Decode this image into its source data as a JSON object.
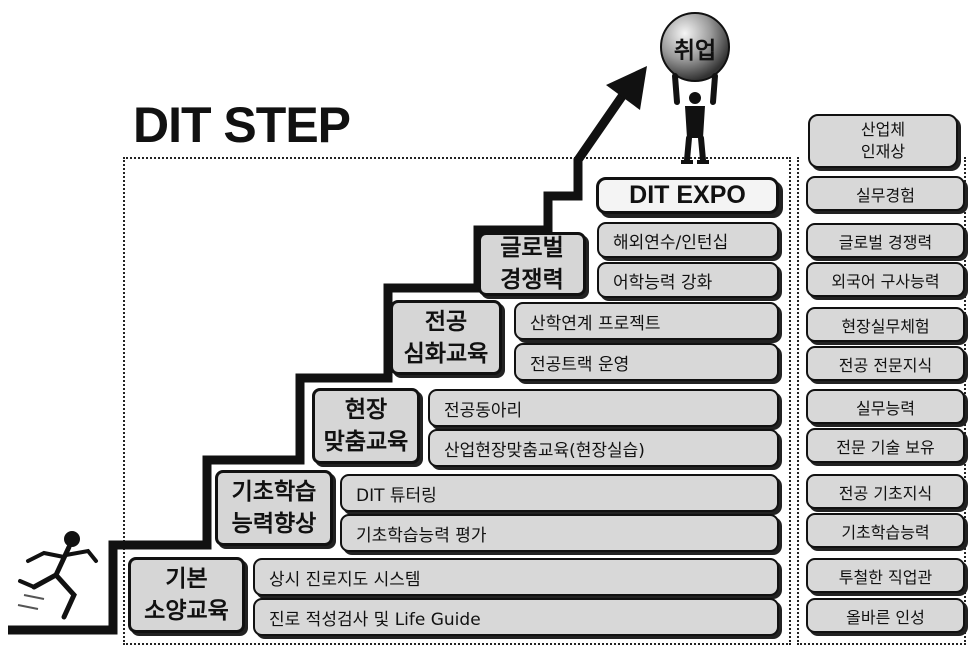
{
  "title": "DIT STEP",
  "goal": "취업",
  "expo": "DIT EXPO",
  "steps": [
    {
      "label": "기본\n소양교육",
      "items": [
        "상시 진로지도 시스템",
        "진로 적성검사 및 Life Guide"
      ]
    },
    {
      "label": "기초학습\n능력향상",
      "items": [
        "DIT 튜터링",
        "기초학습능력 평가"
      ]
    },
    {
      "label": "현장\n맞춤교육",
      "items": [
        "전공동아리",
        "산업현장맞춤교육(현장실습)"
      ]
    },
    {
      "label": "전공\n심화교육",
      "items": [
        "산학연계 프로젝트",
        "전공트랙 운영"
      ]
    },
    {
      "label": "글로벌\n경쟁력",
      "items": [
        "해외연수/인턴십",
        "어학능력 강화"
      ]
    }
  ],
  "right_column": {
    "header": "산업체\n인재상",
    "items": [
      "실무경험",
      "글로벌 경쟁력",
      "외국어 구사능력",
      "현장실무체험",
      "전공 전문지식",
      "실무능력",
      "전문 기술 보유",
      "전공 기초지식",
      "기초학습능력",
      "투철한 직업관",
      "올바른 인성"
    ]
  },
  "icons": [
    "runner-icon",
    "upward-arrow-icon",
    "person-holding-globe-icon"
  ]
}
